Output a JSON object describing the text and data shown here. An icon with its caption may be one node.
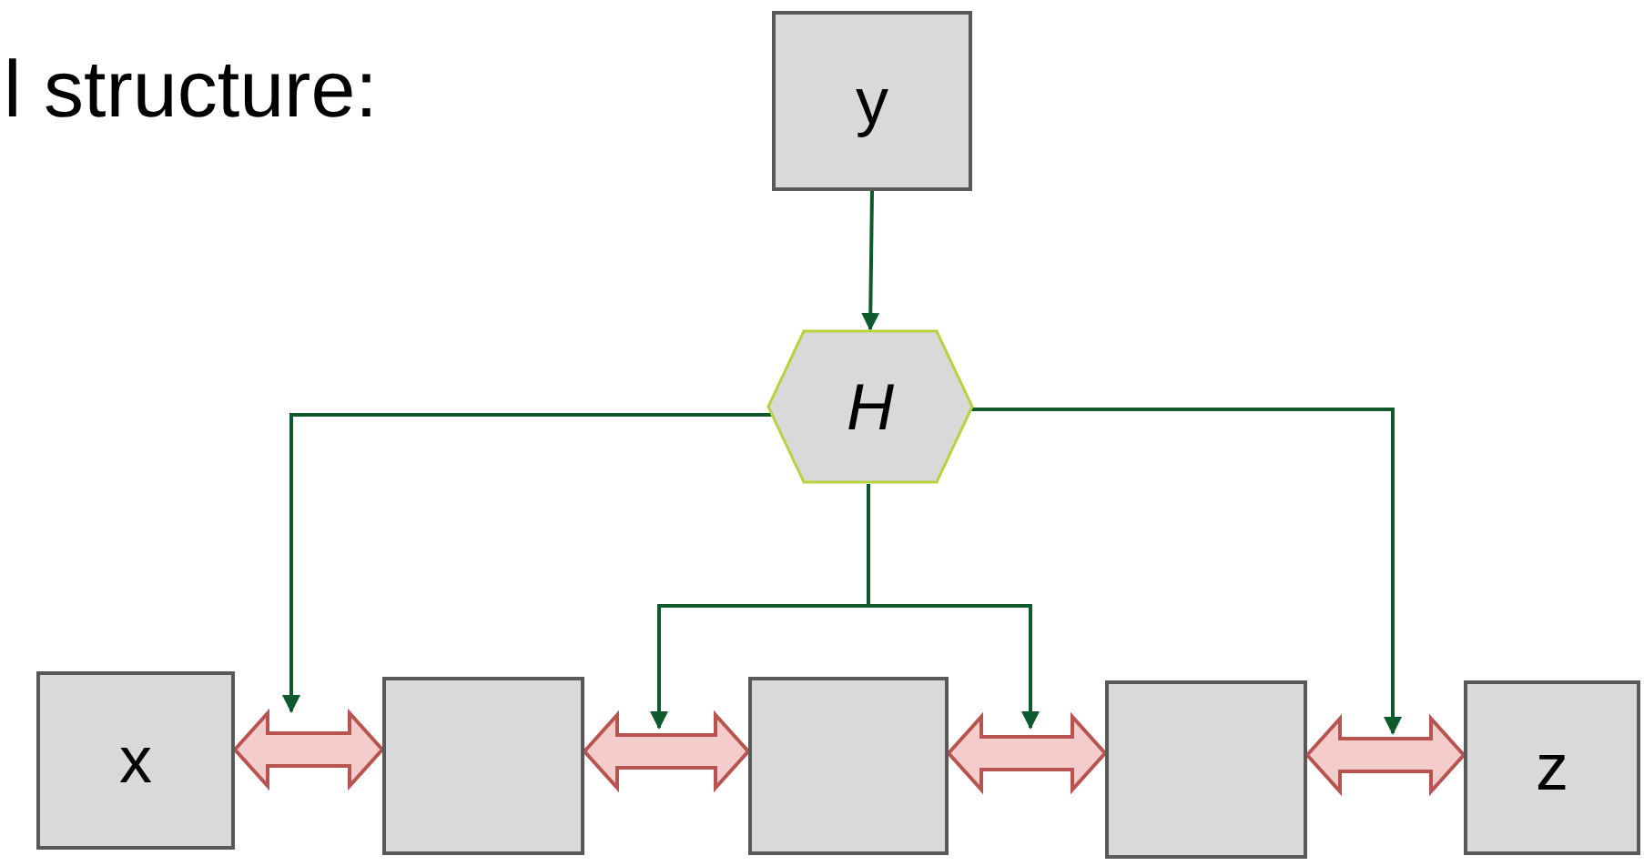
{
  "diagram": {
    "nodes": [
      {
        "text": [
          "y"
        ]
      },
      {
        "text": [
          "H"
        ]
      },
      {
        "text": [
          "x"
        ]
      },
      {
        "text": [],
        "shape": "box"
      },
      {
        "text": [],
        "shape": "box"
      },
      {
        "text": [],
        "shape": "box"
      },
      {
        "text": [
          "z"
        ]
      }
    ],
    "edges": [
      {
        "from": 0,
        "to": 1,
        "arrow": "to"
      },
      {
        "from": 2,
        "to": 3,
        "arrow": "both",
        "style": "thick",
        "color": "#b85450"
      },
      {
        "from": 3,
        "to": 4,
        "arrow": "both",
        "style": "thick",
        "color": "#b85450"
      },
      {
        "from": 4,
        "to": 5,
        "arrow": "both",
        "style": "thick",
        "color": "#b85450"
      },
      {
        "from": 5,
        "to": 6,
        "arrow": "both",
        "style": "thick",
        "color": "#b85450"
      },
      {
        "from": 1,
        "to": null,
        "arrow": "to"
      },
      {
        "from": 1,
        "to": null,
        "arrow": "to"
      },
      {
        "from": 1,
        "to": null,
        "arrow": "to"
      },
      {
        "from": 1,
        "to": null,
        "arrow": "to"
      }
    ],
    "labels": [
      "l structure:"
    ]
  }
}
